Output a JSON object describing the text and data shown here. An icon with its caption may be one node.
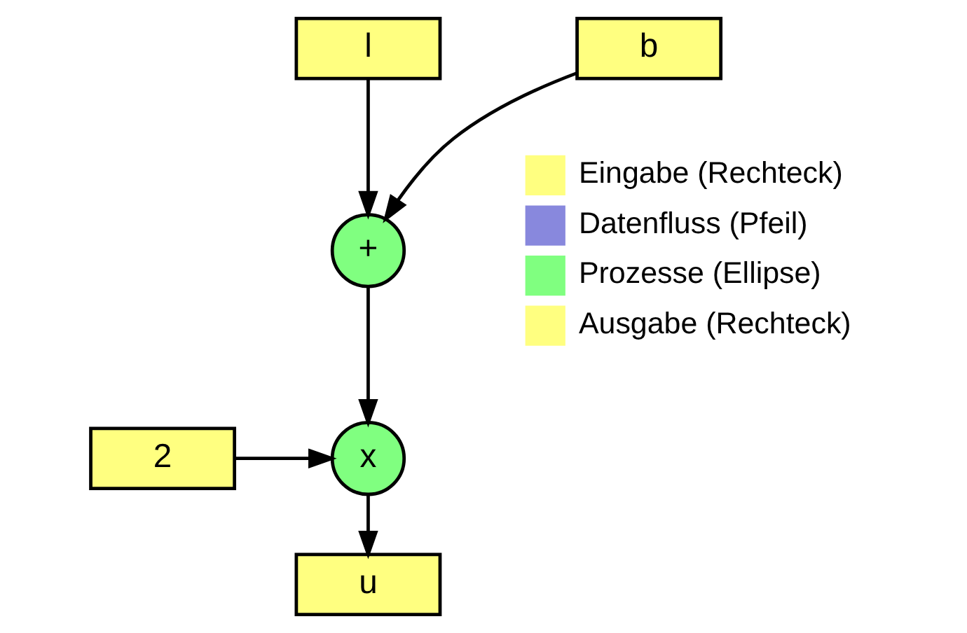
{
  "diagram": {
    "nodes": [
      {
        "text": [
          "l"
        ]
      },
      {
        "text": [
          "b"
        ]
      },
      {
        "text": [
          "+"
        ]
      },
      {
        "text": [
          "2"
        ]
      },
      {
        "text": [
          "x"
        ]
      },
      {
        "text": [
          "u"
        ]
      }
    ],
    "edges": [
      {
        "from": 0,
        "to": 2,
        "arrow": "to"
      },
      {
        "from": 1,
        "to": 2,
        "arrow": "to"
      },
      {
        "from": 2,
        "to": 4,
        "arrow": "to"
      },
      {
        "from": 3,
        "to": 4,
        "arrow": "to"
      },
      {
        "from": 4,
        "to": 5,
        "arrow": "to"
      }
    ],
    "legend": [
      {
        "text": "Eingabe (Rechteck)",
        "color": "#ffff80"
      },
      {
        "text": "Datenfluss (Pfeil)",
        "color": "#8888dd"
      },
      {
        "text": "Prozesse (Ellipse)",
        "color": "#80ff80"
      },
      {
        "text": "Ausgabe (Rechteck)",
        "color": "#ffff80"
      }
    ]
  }
}
